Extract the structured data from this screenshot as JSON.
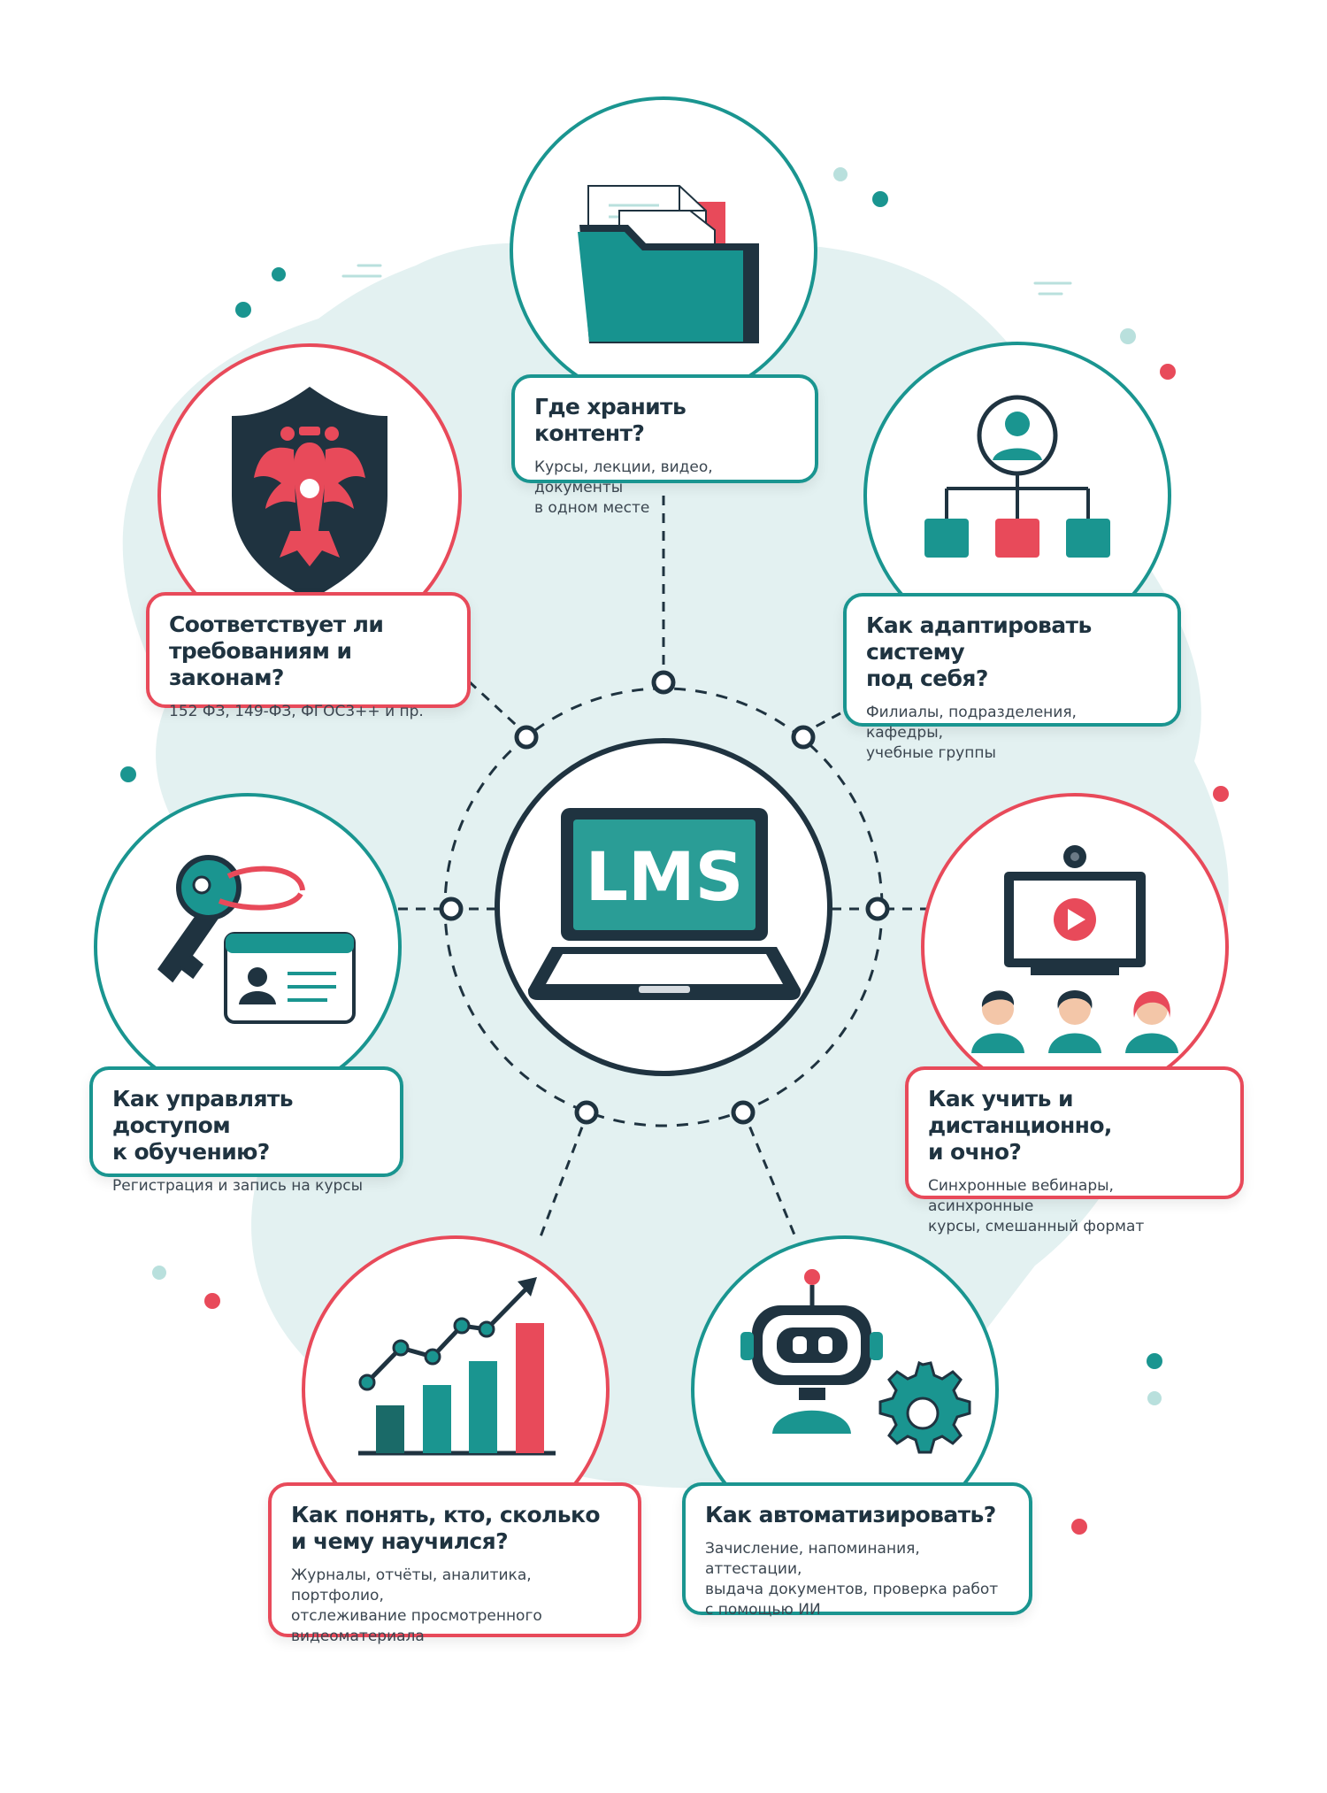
{
  "center": {
    "screen_text": "LMS"
  },
  "colors": {
    "teal": "#1a9590",
    "red": "#e84a5a",
    "navy": "#1f3340",
    "blob": "#e3f1f1"
  },
  "cards": [
    {
      "id": "content",
      "title": "Где хранить контент?",
      "desc": "Курсы, лекции, видео, документы\nв одном месте",
      "accent": "teal",
      "icon": "folder-icon"
    },
    {
      "id": "compliance",
      "title": "Соответствует ли\nтребованиям и законам?",
      "desc": "152 ФЗ, 149-ФЗ, ФГОС3++ и пр.",
      "accent": "red",
      "icon": "shield-emblem-icon"
    },
    {
      "id": "adapt",
      "title": "Как адаптировать систему\nпод себя?",
      "desc": "Филиалы, подразделения, кафедры,\nучебные группы",
      "accent": "teal",
      "icon": "org-structure-icon"
    },
    {
      "id": "access",
      "title": "Как управлять доступом\nк обучению?",
      "desc": "Регистрация и запись на курсы",
      "accent": "teal",
      "icon": "key-badge-icon"
    },
    {
      "id": "distance",
      "title": "Как учить и дистанционно,\nи очно?",
      "desc": "Синхронные вебинары, асинхронные\nкурсы, смешанный формат",
      "accent": "red",
      "icon": "webinar-icon"
    },
    {
      "id": "analytics",
      "title": "Как понять, кто, сколько\nи чему научился?",
      "desc": "Журналы, отчёты, аналитика, портфолио,\nотслеживание просмотренного\nвидеоматериала",
      "accent": "red",
      "icon": "growth-chart-icon"
    },
    {
      "id": "automation",
      "title": "Как автоматизировать?",
      "desc": "Зачисление, напоминания, аттестации,\nвыдача документов, проверка работ\nс помощью ИИ",
      "accent": "teal",
      "icon": "robot-gear-icon"
    }
  ]
}
